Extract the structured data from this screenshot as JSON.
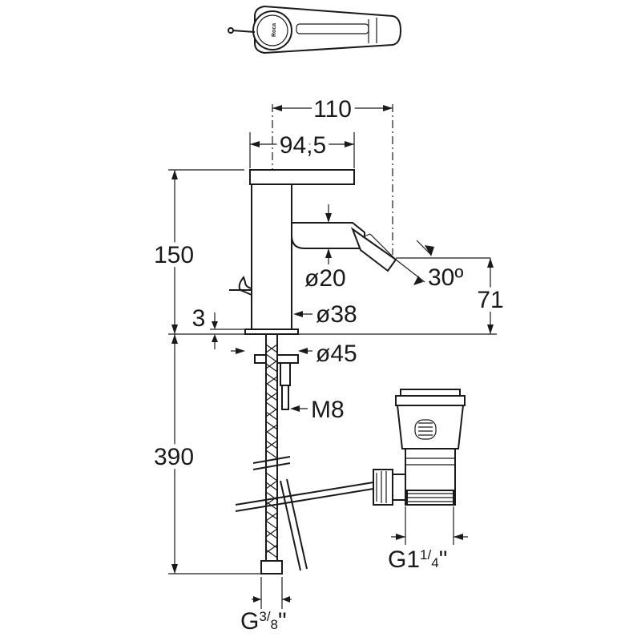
{
  "drawing": {
    "brand_logo_text": "Roca",
    "dimensions": {
      "width_total": "110",
      "width_spout": "94,5",
      "height_tap": "150",
      "height_spout": "71",
      "angle": "30º",
      "spout_diameter": "ø20",
      "body_diameter": "ø38",
      "base_diameter": "ø45",
      "base_gap": "3",
      "stud_thread": "M8",
      "hose_length": "390",
      "waste_thread_main": "G1",
      "waste_thread_frac_num": "1",
      "waste_thread_frac_den": "4",
      "waste_thread_unit": "\"",
      "hose_thread_main": "G",
      "hose_thread_frac_num": "3",
      "hose_thread_frac_den": "8",
      "hose_thread_unit": "\""
    }
  }
}
